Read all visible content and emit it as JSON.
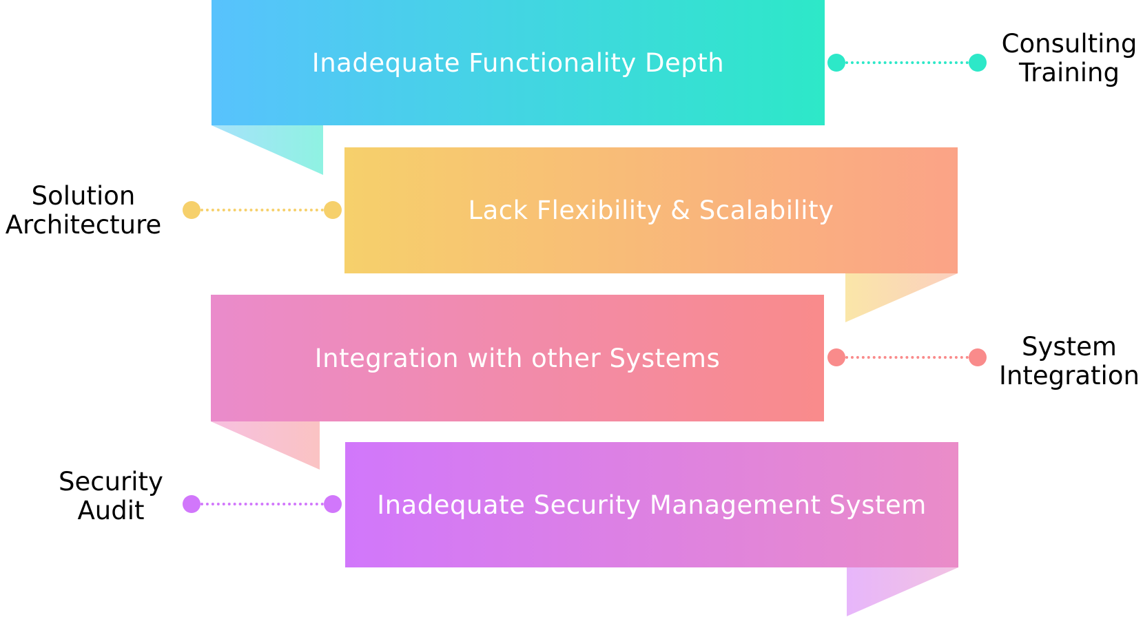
{
  "bands": [
    {
      "text": "Inadequate Functionality Depth",
      "color_start": "#58c2fd",
      "color_end": "#2de8c8"
    },
    {
      "text": "Lack Flexibility & Scalability",
      "color_start": "#f6d06b",
      "color_end": "#fba387"
    },
    {
      "text": "Integration with other Systems",
      "color_start": "#ea8bcb",
      "color_end": "#f98b8b"
    },
    {
      "text": "Inadequate Security Management System",
      "color_start": "#d177fb",
      "color_end": "#ea8cc8"
    }
  ],
  "solutions": [
    {
      "line1": "Consulting",
      "line2": "Training",
      "color": "#2de8c8"
    },
    {
      "line1": "Solution",
      "line2": "Architecture",
      "color": "#f6d06b"
    },
    {
      "line1": "System",
      "line2": "Integration",
      "color": "#f98b8b"
    },
    {
      "line1": "Security",
      "line2": "Audit",
      "color": "#d177fb"
    }
  ]
}
